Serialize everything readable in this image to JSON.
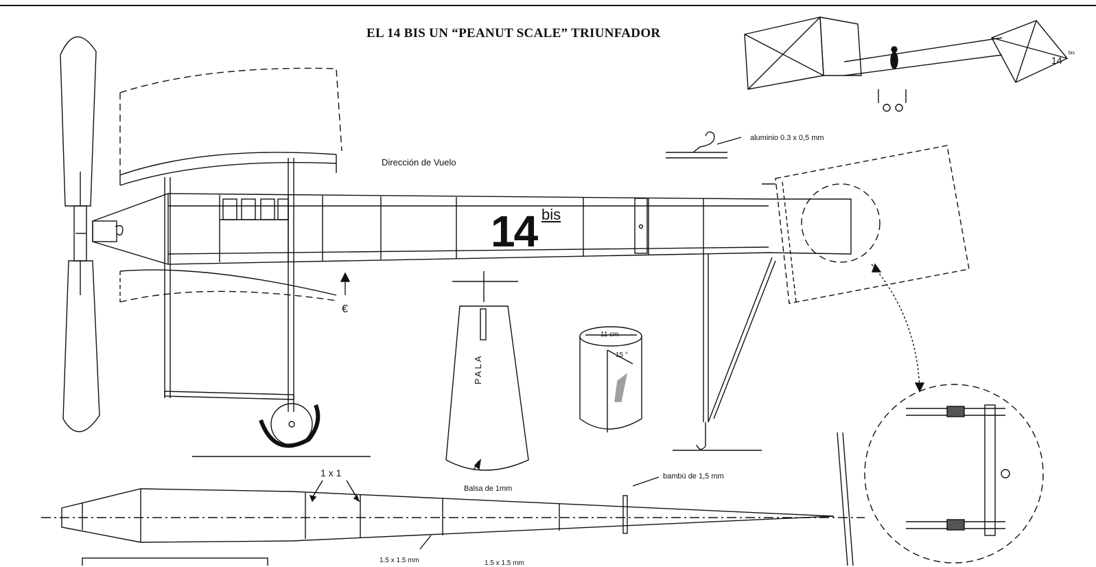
{
  "title": "EL 14 BIS UN “PEANUT SCALE” TRIUNFADOR",
  "labels": {
    "direction": "Dirección de Vuelo",
    "aluminum": "aluminio 0.3 x 0,5 mm",
    "bamboo": "bambú de 1,5 mm",
    "balsa": "Balsa de 1mm",
    "strip_top": "1 x 1",
    "section_a": "1.5 x 1.5 mm",
    "section_b": "1.5 x 1.5 mm",
    "fuselage_number": "14",
    "fuselage_suffix": "bis",
    "blade": "PALA",
    "cylinder_width": "11 cm",
    "cylinder_angle": "15 °",
    "sketch_number": "14",
    "sketch_suffix": "bis"
  },
  "colors": {
    "ink": "#111111",
    "paper": "#ffffff"
  }
}
